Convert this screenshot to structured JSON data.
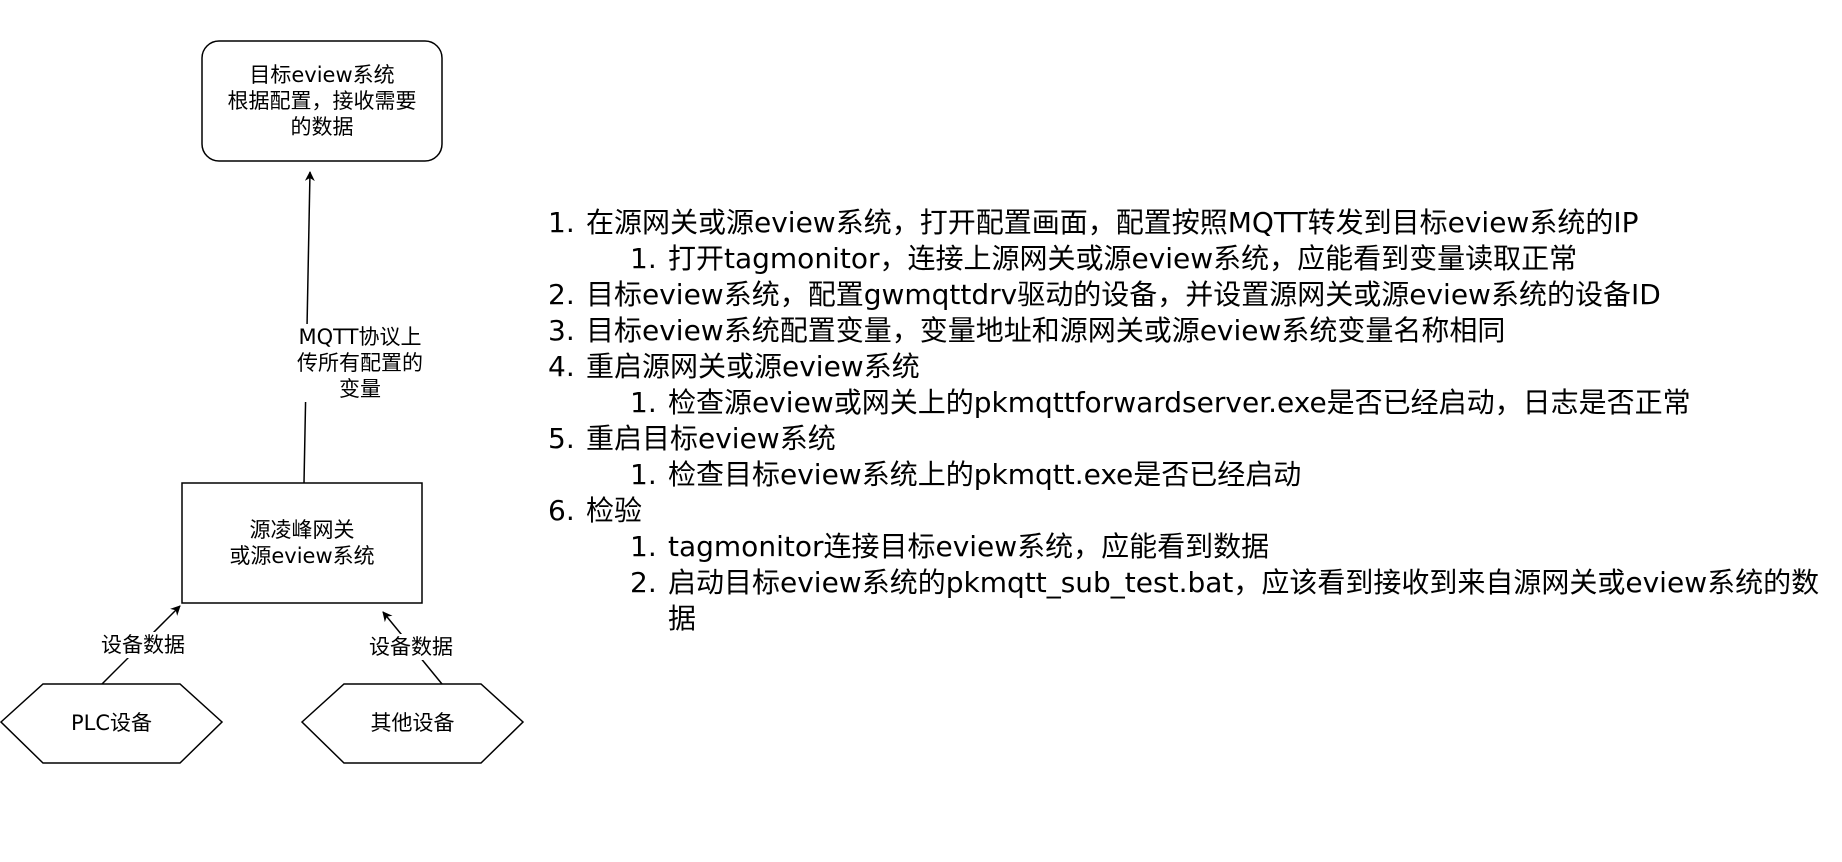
{
  "nodes": {
    "target": {
      "label": "目标eview系统\n根据配置，接收需要\n的数据"
    },
    "source": {
      "label": "源凌峰网关\n或源eview系统"
    },
    "plc": {
      "label": "PLC设备"
    },
    "other": {
      "label": "其他设备"
    }
  },
  "edges": {
    "mqtt": {
      "label": "MQTT协议上\n传所有配置的\n变量"
    },
    "plc_data": {
      "label": "设备数据"
    },
    "other_data": {
      "label": "设备数据"
    }
  },
  "steps": [
    {
      "num": "1.",
      "text": "在源网关或源eview系统，打开配置画面，配置按照MQTT转发到目标eview系统的IP",
      "sub": [
        {
          "num": "1.",
          "text": "打开tagmonitor，连接上源网关或源eview系统，应能看到变量读取正常"
        }
      ]
    },
    {
      "num": "2.",
      "text": "目标eview系统，配置gwmqttdrv驱动的设备，并设置源网关或源eview系统的设备ID",
      "sub": []
    },
    {
      "num": "3.",
      "text": "目标eview系统配置变量，变量地址和源网关或源eview系统变量名称相同",
      "sub": []
    },
    {
      "num": "4.",
      "text": "重启源网关或源eview系统",
      "sub": [
        {
          "num": "1.",
          "text": "检查源eview或网关上的pkmqttforwardserver.exe是否已经启动，日志是否正常"
        }
      ]
    },
    {
      "num": "5.",
      "text": "重启目标eview系统",
      "sub": [
        {
          "num": "1.",
          "text": "检查目标eview系统上的pkmqtt.exe是否已经启动"
        }
      ]
    },
    {
      "num": "6.",
      "text": "检验",
      "sub": [
        {
          "num": "1.",
          "text": "tagmonitor连接目标eview系统，应能看到数据"
        },
        {
          "num": "2.",
          "text": "启动目标eview系统的pkmqtt_sub_test.bat，应该看到接收到来自源网关或eview系统的数据"
        }
      ]
    }
  ]
}
